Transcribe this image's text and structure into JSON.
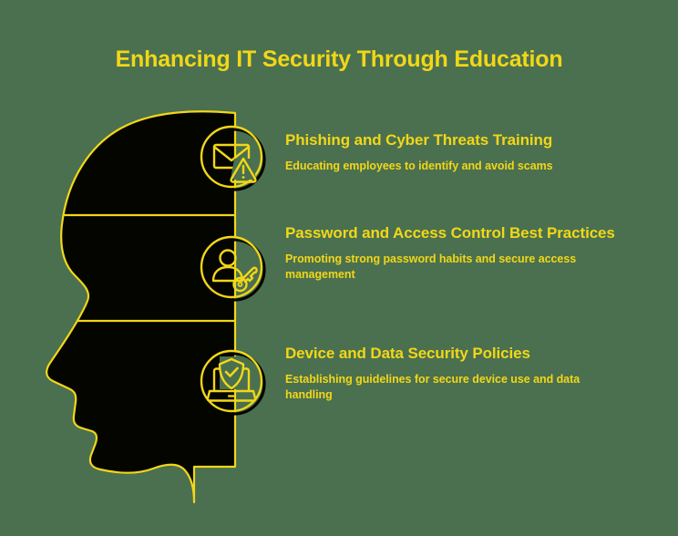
{
  "page": {
    "background_color": "#4a7050",
    "accent_color": "#F2D717",
    "silhouette_color": "#050500",
    "title": "Enhancing IT Security Through Education"
  },
  "illustration": {
    "name": "human-head-profile-silhouette",
    "description": "Side-profile head silhouette divided into three horizontal bands",
    "band_count": 3
  },
  "blocks": [
    {
      "icon": "envelope-warning-icon",
      "heading": "Phishing and Cyber Threats Training",
      "description": "Educating employees to identify and avoid scams"
    },
    {
      "icon": "user-key-icon",
      "heading": "Password and Access Control Best Practices",
      "description": "Promoting strong password habits and secure access management"
    },
    {
      "icon": "laptop-shield-check-icon",
      "heading": "Device and Data Security Policies",
      "description": "Establishing guidelines for secure device use and data handling"
    }
  ]
}
